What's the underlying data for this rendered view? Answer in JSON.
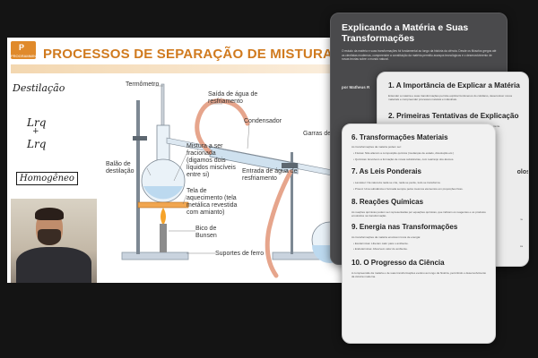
{
  "slide": {
    "logo_mark": "P",
    "logo_name": "PROGRAMMING",
    "title": "PROCESSOS DE SEPARAÇÃO DE MISTURAS",
    "handwriting": {
      "line1": "Destilação",
      "line2": "Lrq",
      "plus": "+",
      "line3": "Lrq",
      "boxed": "Homogêneo"
    },
    "labels": {
      "termometro": "Termômetro",
      "saida": "Saída de água de resfriamento",
      "condensador": "Condensador",
      "garras": "Garras de fer",
      "mistura": "Mistura a ser fracionada (digamos dois líquidos miscíveis entre si)",
      "balao": "Balão de destilação",
      "entrada": "Entrada de água de resfriamento",
      "tela": "Tela de aquecimento (tela metálica revestida com amianto)",
      "bico": "Bico de Bunsen",
      "suportes": "Suportes de ferro"
    },
    "colors": {
      "title": "#d07a1e",
      "hose": "#e6a58c",
      "liquid": "#bcd9ef"
    }
  },
  "card_dark": {
    "title": "Explicando a Matéria e Suas Transformações",
    "paragraph": "O estudo da matéria e suas transformações foi fundamental ao longo da história da ciência. Desde os filósofos gregos até os cientistas modernos, compreender a constituição da matéria permitiu avanços tecnológicos e o desenvolvimento de novas teorias sobre o mundo natural.",
    "author": "por Matheus R"
  },
  "card_mid": {
    "h1": "1. A Importância de Explicar a Matéria",
    "p1": "Entender a matéria e suas transformações permite explicar fenômenos do cotidiano, desenvolver novos materiais e compreender processos naturais e industriais.",
    "h2": "2. Primeiras Tentativas de Explicação",
    "p2": "Os filósofos gregos propuseram os primeiros modelos para explicar a constituição da matéria.",
    "peek1": "olos",
    "peek2": "le",
    "peek3": "ca"
  },
  "card_front": {
    "h6": "6. Transformações Materiais",
    "p6": "As transformações da matéria podem ser:",
    "b6a": "• Físicas: Não alteram a composição química (mudanças de estado, dissolução etc.)",
    "b6b": "• Químicas: Envolvem a formação de novas substâncias, com rearranjo dos átomos.",
    "h7": "7. As Leis Ponderais",
    "b7a": "• Lavoisier: Na natureza nada se cria, nada se perde, tudo se transforma.",
    "b7b": "• Proust: Uma substância é formada sempre pelos mesmos elementos em proporções fixas.",
    "h8": "8. Reações Químicas",
    "p8": "As reações químicas podem ser representadas por equações químicas, que indicam os reagentes e os produtos envolvidos na transformação.",
    "h9": "9. Energia nas Transformações",
    "p9": "As transformações da matéria envolvem troca de energia:",
    "b9a": "• Exotérmicas: Liberam calor para o ambiente.",
    "b9b": "• Endotérmicas: Absorvem calor do ambiente.",
    "h10": "10. O Progresso da Ciência",
    "p10": "A compreensão da matéria e de suas transformações evoluiu ao longo da história, permitindo o desenvolvimento da ciência moderna."
  }
}
